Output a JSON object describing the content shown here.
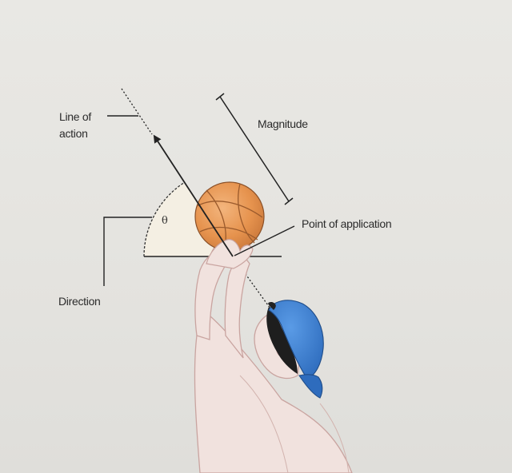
{
  "labels": {
    "line_of_action": [
      "Line of",
      "action"
    ],
    "magnitude": "Magnitude",
    "point_of_application": "Point of application",
    "direction": "Direction",
    "angle": "θ"
  },
  "colors": {
    "line": "#222222",
    "ball_fill": "#e6934e",
    "ball_seam": "#9a5a2c",
    "cap_blue": "#3b7fd0",
    "skin_outline": "#c9a4a0",
    "skin_fill": "#f1e2de",
    "hair": "#1e1e1e"
  }
}
